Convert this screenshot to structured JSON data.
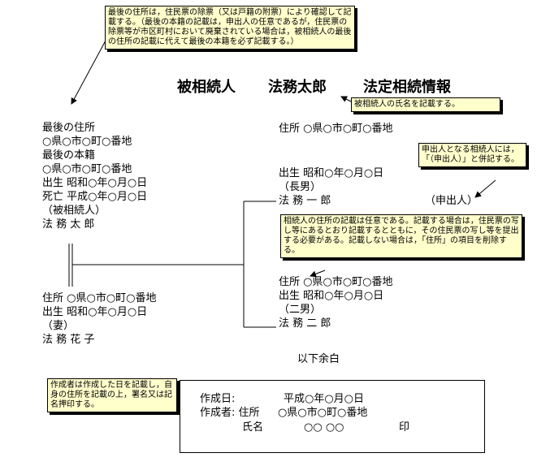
{
  "notes": {
    "top": "最後の住所は，住民票の除票（又は戸籍の附票）により確認して記載する。（最後の本籍の記載は，申出人の任意であるが，住民票の除票等が市区町村において廃棄されている場合は，被相続人の最後の住所の記載に代えて最後の本籍を必ず記載する。）",
    "name": "被相続人の氏名を記載する。",
    "applicant": "申出人となる相続人には，「（申出人）」と併記する。",
    "address": "相続人の住所の記載は任意である。記載する場合は，住民票の写し等にあるとおり記載するとともに，その住民票の写し等を提出する必要がある。記載しない場合は，「住所」の項目を削除する。",
    "creator": "作成者は作成した日を記載し，自身の住所を記載の上，署名又は記名押印する。"
  },
  "title": {
    "left": "被相続人",
    "name": "法務太郎",
    "right": "法定相続情報"
  },
  "deceased": {
    "last_address_label": "最後の住所",
    "last_address": "○県○市○町○番地",
    "last_domicile_label": "最後の本籍",
    "last_domicile": "○県○市○町○番地",
    "born": "出生 昭和○年○月○日",
    "died": "死亡 平成○年○月○日",
    "role": "（被相続人）",
    "name": "法 務 太 郎"
  },
  "spouse": {
    "address": "住所 ○県○市○町○番地",
    "born": "出生 昭和○年○月○日",
    "role": "（妻）",
    "name": "法 務 花 子"
  },
  "son1": {
    "address": "住所 ○県○市○町○番地",
    "born": "出生 昭和○年○月○日",
    "role": "（長男）",
    "name": "法 務 一 郎",
    "applicant": "（申出人）"
  },
  "son2": {
    "address": "住所 ○県○市○町○番地",
    "born": "出生 昭和○年○月○日",
    "role": "（二男）",
    "name": "法 務 二 郎"
  },
  "footer_text": "以下余白",
  "signature": {
    "date_label": "作成日:",
    "date_value": "平成○年○月○日",
    "creator_label": "作成者: 住所",
    "creator_address": "○県○市○町○番地",
    "name_label": "氏名",
    "name_value": "○○ ○○",
    "seal": "印"
  }
}
